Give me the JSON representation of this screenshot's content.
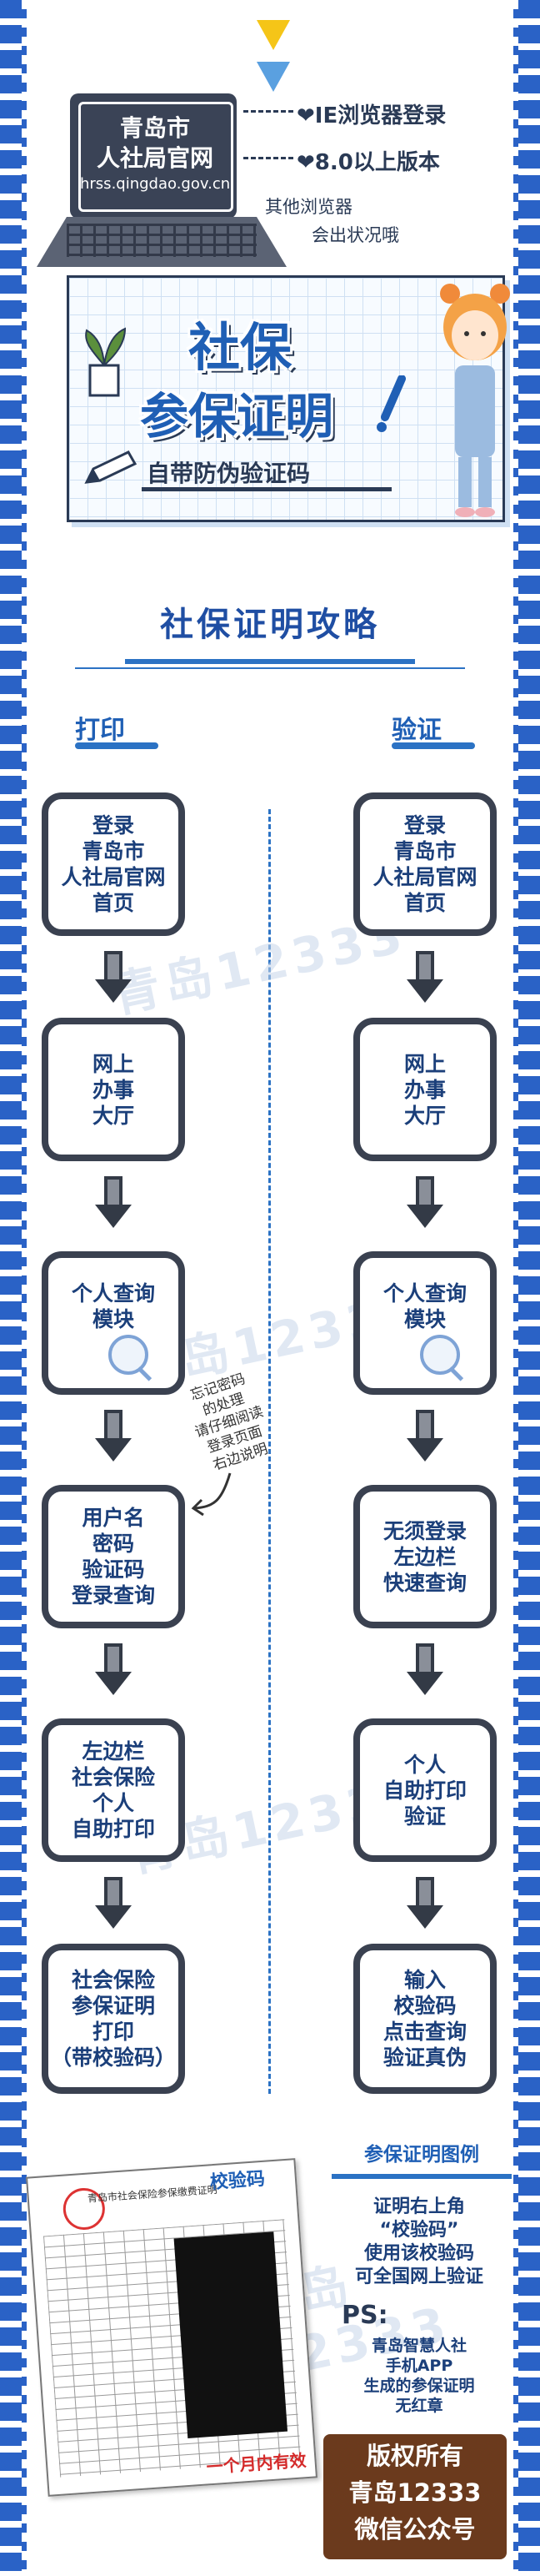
{
  "header": {
    "tri_top_color": "#f5c518",
    "tri_bottom_color": "#5aa0e0",
    "screen_line1": "青岛市",
    "screen_line2": "人社局官网",
    "screen_url": "hrss.qingdao.gov.cn",
    "note1": "❤IE浏览器登录",
    "note2": "❤8.0以上版本",
    "note3": "其他浏览器",
    "note4": "会出状况哦",
    "title1": "社保",
    "title2": "参保证明",
    "subtitle": "自带防伪验证码"
  },
  "section": {
    "title": "社保证明攻略",
    "left_head": "打印",
    "right_head": "验证"
  },
  "print_steps": [
    "登录\n青岛市\n人社局官网\n首页",
    "网上\n办事\n大厅",
    "个人查询\n模块",
    "用户名\n密码\n验证码\n登录查询",
    "左边栏\n社会保险\n个人\n自助打印",
    "社会保险\n参保证明\n打印\n（带校验码）"
  ],
  "verify_steps": [
    "登录\n青岛市\n人社局官网\n首页",
    "网上\n办事\n大厅",
    "个人查询\n模块",
    "无须登录\n左边栏\n快速查询",
    "个人\n自助打印\n验证",
    "输入\n校验码\n点击查询\n验证真伪"
  ],
  "side_note": "忘记密码\n的处理\n请仔细阅读\n登录页面\n右边说明",
  "watermark": "青岛12333",
  "example": {
    "title": "参保证明图例",
    "desc": "证明右上角\n“校验码”\n使用该校验码\n可全国网上验证",
    "ps_label": "PS:",
    "ps_text": "青岛智慧人社\n手机APP\n生成的参保证明\n无红章",
    "doc_title": "青岛市社会保险参保缴费证明",
    "doc_code": "校验码",
    "doc_validity": "一个月内有效"
  },
  "copyright": {
    "line1": "版权所有",
    "line2": "青岛12333",
    "line3": "微信公众号"
  }
}
